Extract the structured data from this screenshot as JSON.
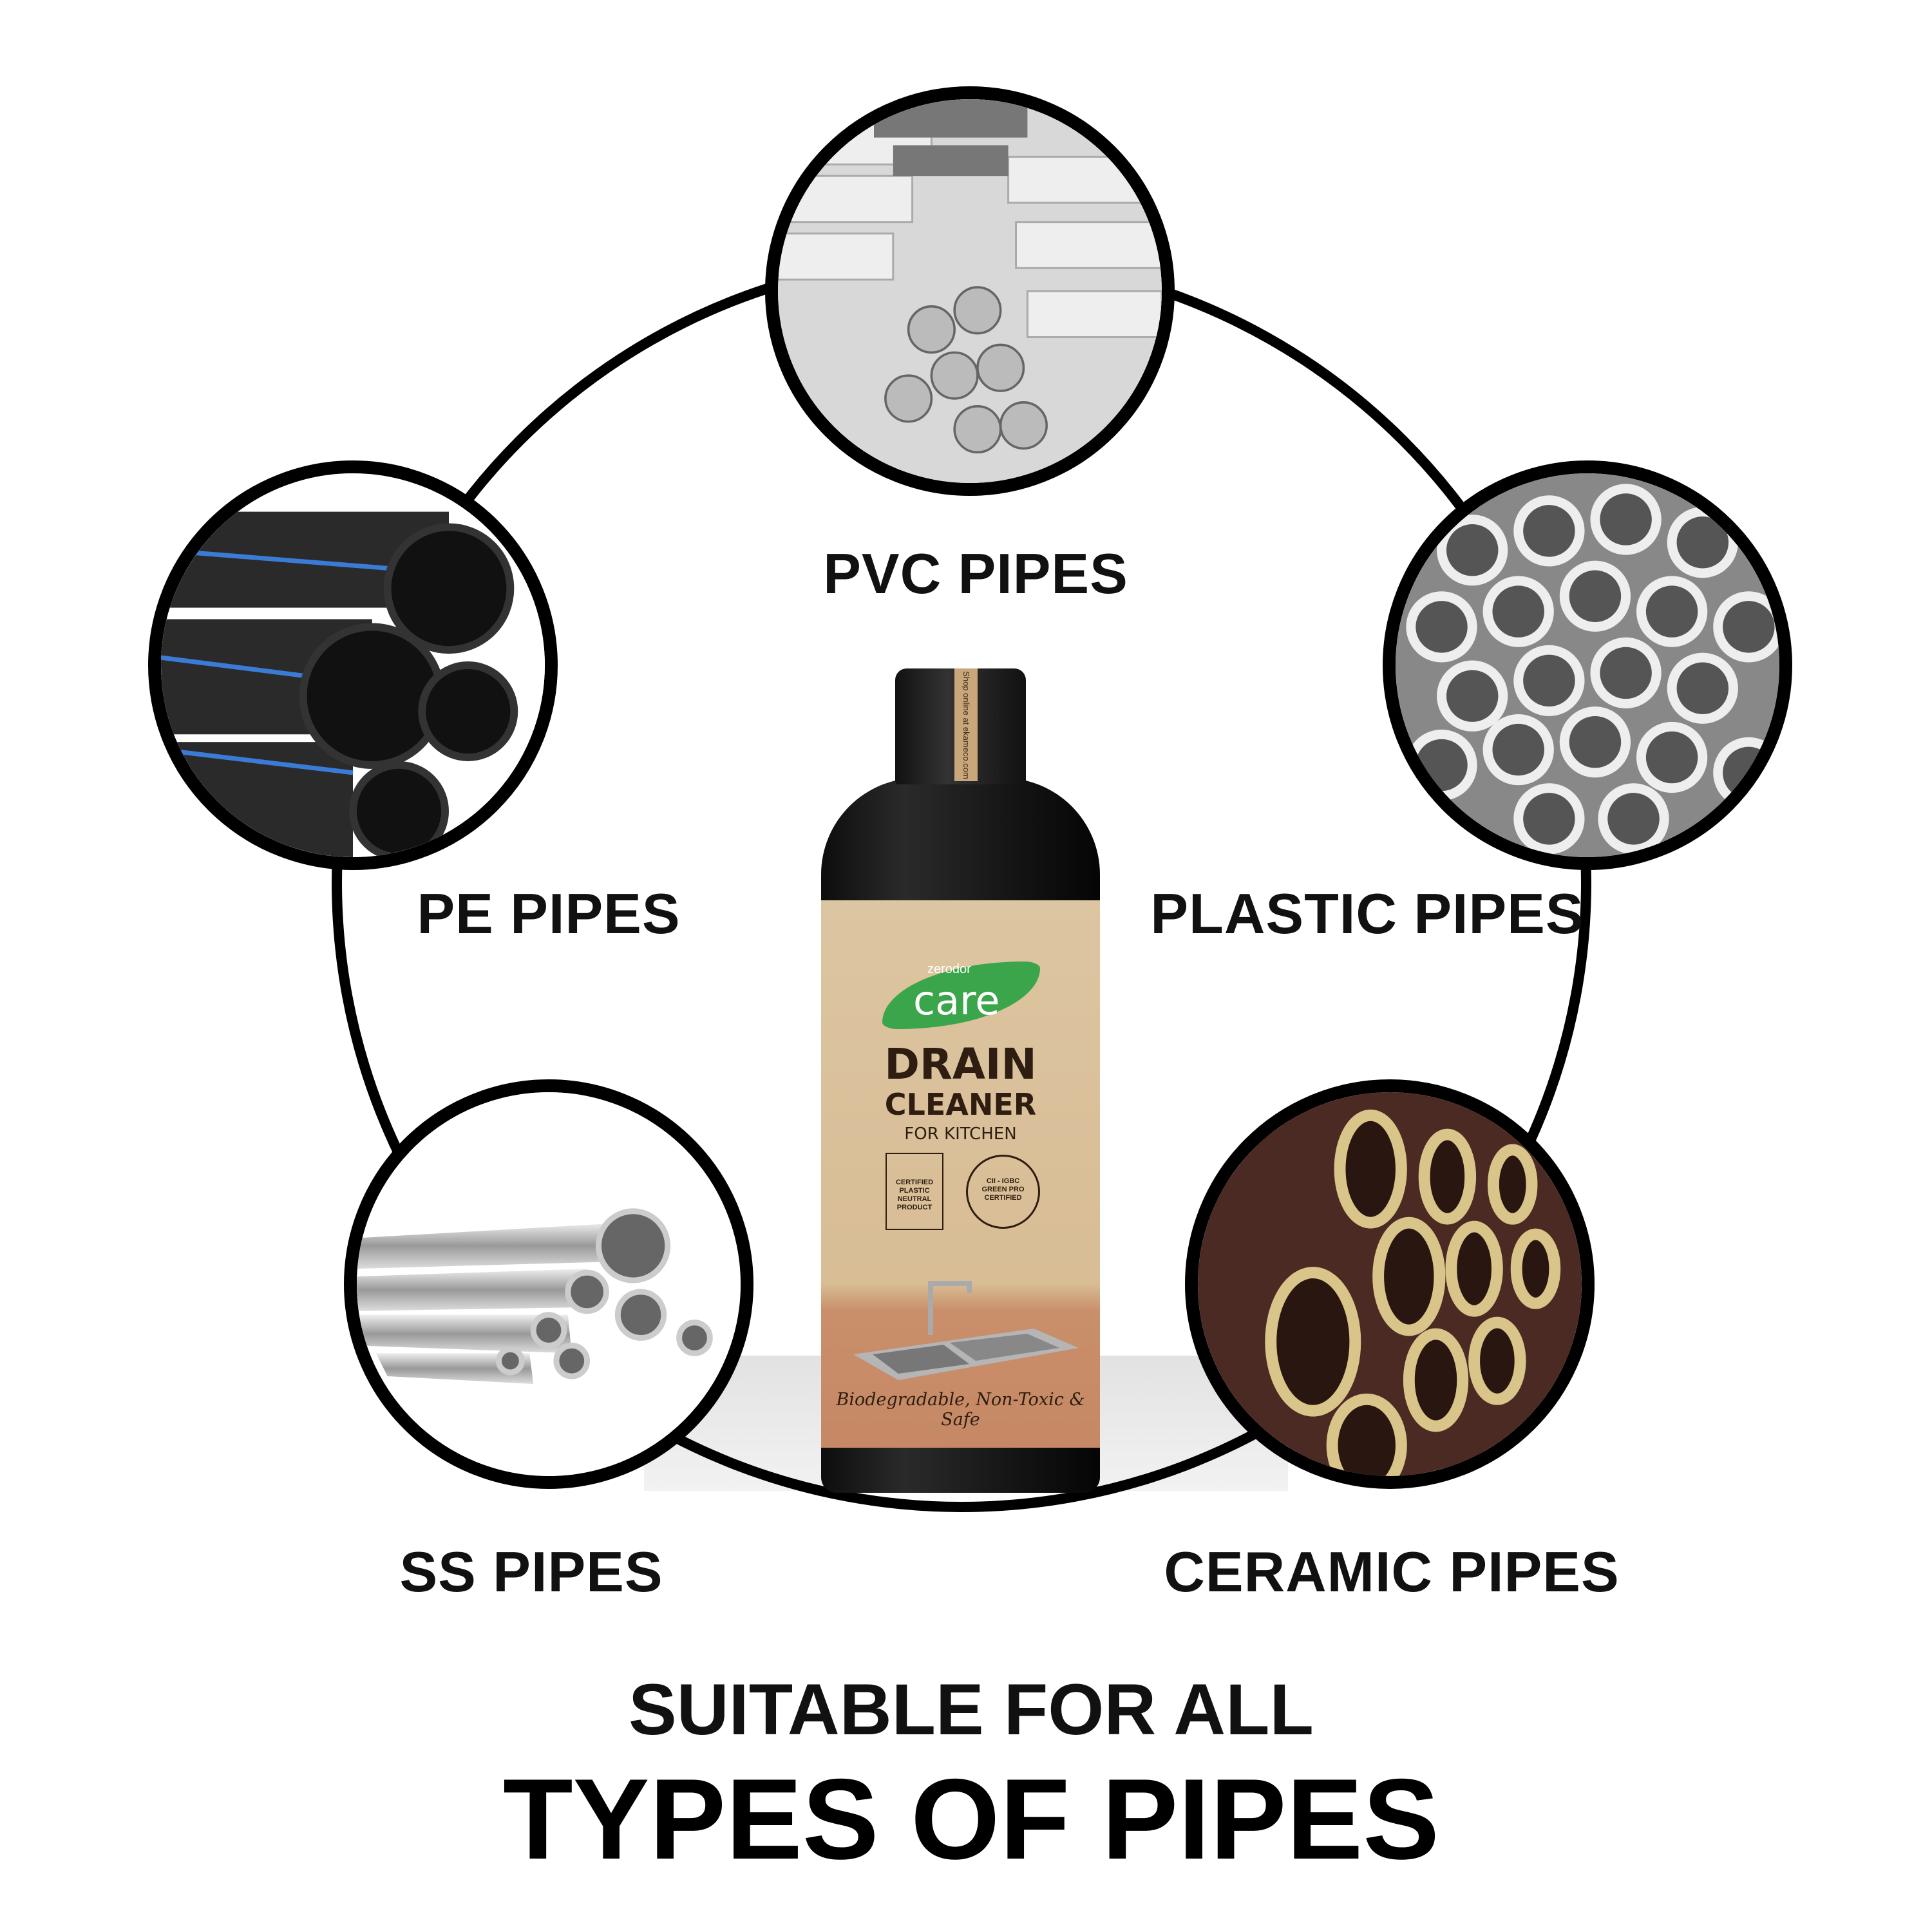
{
  "pipes": [
    {
      "label": "PVC PIPES",
      "icon": "pvc-pipes-photo"
    },
    {
      "label": "PE PIPES",
      "icon": "pe-pipes-photo"
    },
    {
      "label": "PLASTIC PIPES",
      "icon": "plastic-pipes-photo"
    },
    {
      "label": "SS PIPES",
      "icon": "ss-pipes-photo"
    },
    {
      "label": "CERAMIC PIPES",
      "icon": "ceramic-pipes-photo"
    }
  ],
  "headline": {
    "line1": "SUITABLE FOR ALL",
    "line2": "TYPES OF PIPES"
  },
  "product": {
    "seal_text": "Shop online at ekameco.com",
    "brand_small": "zerodor",
    "brand_big": "care",
    "name1": "DRAIN",
    "name2": "CLEANER",
    "name3": "FOR KITCHEN",
    "badge1": "CERTIFIED PLASTIC NEUTRAL PRODUCT",
    "badge2": "CII - IGBC GREEN PRO CERTIFIED",
    "tagline": "Biodegradable, Non-Toxic & Safe"
  },
  "colors": {
    "brand_green": "#3aa54a",
    "label_kraft": "#d8bd95",
    "ink": "#111111"
  }
}
